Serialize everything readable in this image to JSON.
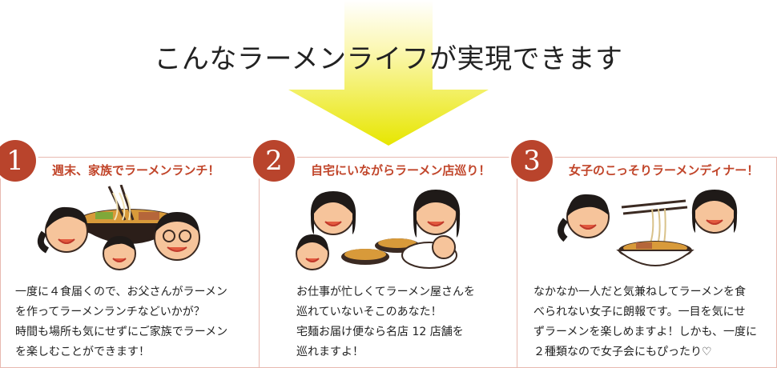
{
  "headline": "こんなラーメンライフが実現できます",
  "panels": [
    {
      "number": "1",
      "title": "週末、家族でラーメンランチ！",
      "text": [
        "一度に４食届くので、お父さんがラーメン",
        "を作ってラーメンランチなどいかが？",
        "時間も場所も気にせずにご家族でラーメン",
        "を楽しむことができます！"
      ]
    },
    {
      "number": "2",
      "title": "自宅にいながらラーメン店巡り！",
      "text": [
        "お仕事が忙しくてラーメン屋さんを",
        "巡れていないそこのあなた！",
        "宅麺お届け便なら名店 12 店舗を",
        "巡れますよ！"
      ]
    },
    {
      "number": "3",
      "title": "女子のこっそりラーメンディナー！",
      "text": [
        "なかなか一人だと気兼ねしてラーメンを食",
        "べられない女子に朗報です。一目を気にせ",
        "ずラーメンを楽しめますよ！しかも、一度に",
        "２種類なので女子会にもぴったり♡"
      ]
    }
  ],
  "colors": {
    "accent": "#c1452a",
    "circle": "#b9442c",
    "arrow_top": "#fffbe0",
    "arrow_bottom": "#e6e600",
    "border": "#e8b9b0"
  }
}
